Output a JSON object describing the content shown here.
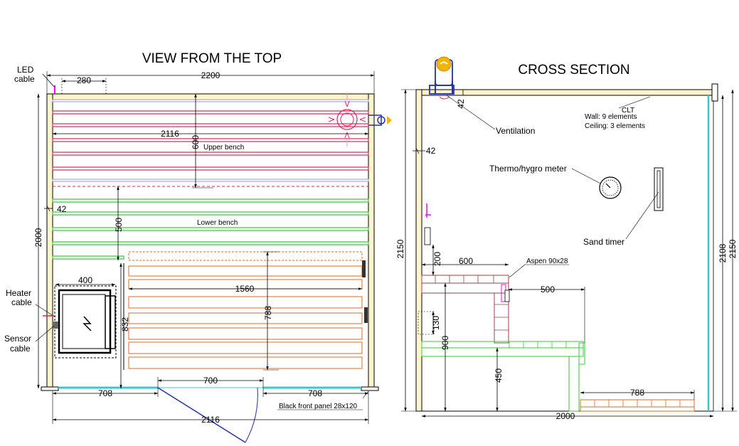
{
  "top_view": {
    "title": "VIEW FROM THE TOP",
    "labels": {
      "led_cable": "LED\ncable",
      "heater_cable": "Heater\ncable",
      "sensor_cable": "Sensor\ncable",
      "upper_bench": "Upper bench",
      "lower_bench": "Lower bench",
      "black_panel": "Black front panel 28x120"
    },
    "dims": {
      "d2200": "2200",
      "d280": "280",
      "d2116_top": "2116",
      "d600": "600",
      "d42": "42",
      "d2000": "2000",
      "d500": "500",
      "d400": "400",
      "d1560": "1560",
      "d788": "788",
      "d832": "832",
      "d700": "700",
      "d708_left": "708",
      "d708_right": "708",
      "d2116_bottom": "2116"
    }
  },
  "cross_section": {
    "title": "CROSS SECTION",
    "labels": {
      "clt": "CLT",
      "wall": "Wall: 9 elements",
      "ceiling": "Ceiling: 3 elements",
      "ventilation": "Ventilation",
      "thermo": "Thermo/hygro meter",
      "sand_timer": "Sand timer",
      "aspen": "Aspen 90x28"
    },
    "dims": {
      "d42_top": "42",
      "d42_left": "42",
      "d2150_left": "2150",
      "d200": "200",
      "d600": "600",
      "d500": "500",
      "d130": "130",
      "d900": "900",
      "d450": "450",
      "d788": "788",
      "d2000": "2000",
      "d2108": "2108",
      "d2150_right": "2150"
    }
  },
  "colors": {
    "wall_fill": "#fff4cc",
    "upper_bench": "#e0245a",
    "lower_bench": "#33cc33",
    "floor_bench": "#e06820",
    "glass": "#33cccc",
    "aspen": "#a04040",
    "vent_blue": "#2233aa",
    "vent_yellow": "#f4b400",
    "magenta": "#ff00ff"
  }
}
